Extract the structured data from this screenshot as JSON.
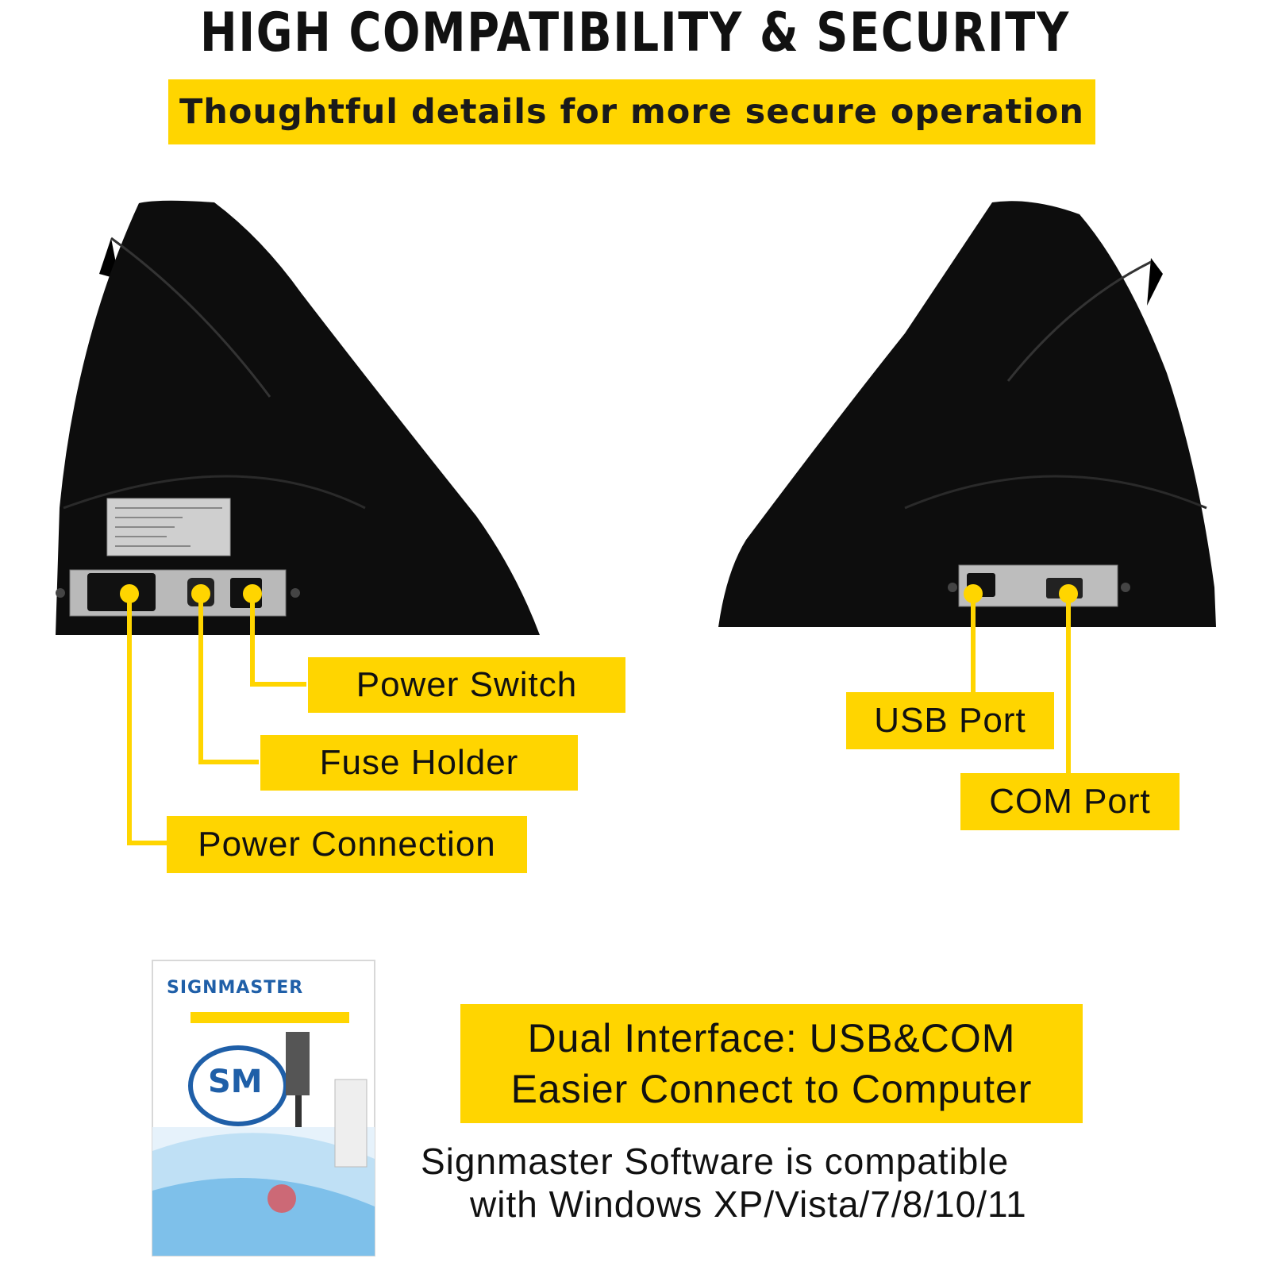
{
  "title": "HIGH COMPATIBILITY & SECURITY",
  "subtitle": "Thoughtful details for more secure operation",
  "labels": {
    "power_switch": "Power Switch",
    "fuse_holder": "Fuse Holder",
    "power_connection": "Power Connection",
    "usb_port": "USB Port",
    "com_port": "COM Port"
  },
  "info": {
    "line1": "Dual Interface: USB&COM",
    "line2": "Easier Connect to Computer"
  },
  "compatibility": {
    "line1": "Signmaster Software is compatible",
    "line2": "with Windows XP/Vista/7/8/10/11"
  },
  "software_box": {
    "brand": "SIGNMASTER",
    "logo_text": "SM"
  },
  "colors": {
    "accent": "#ffd500",
    "device": "#0d0d0d",
    "text": "#111111"
  }
}
